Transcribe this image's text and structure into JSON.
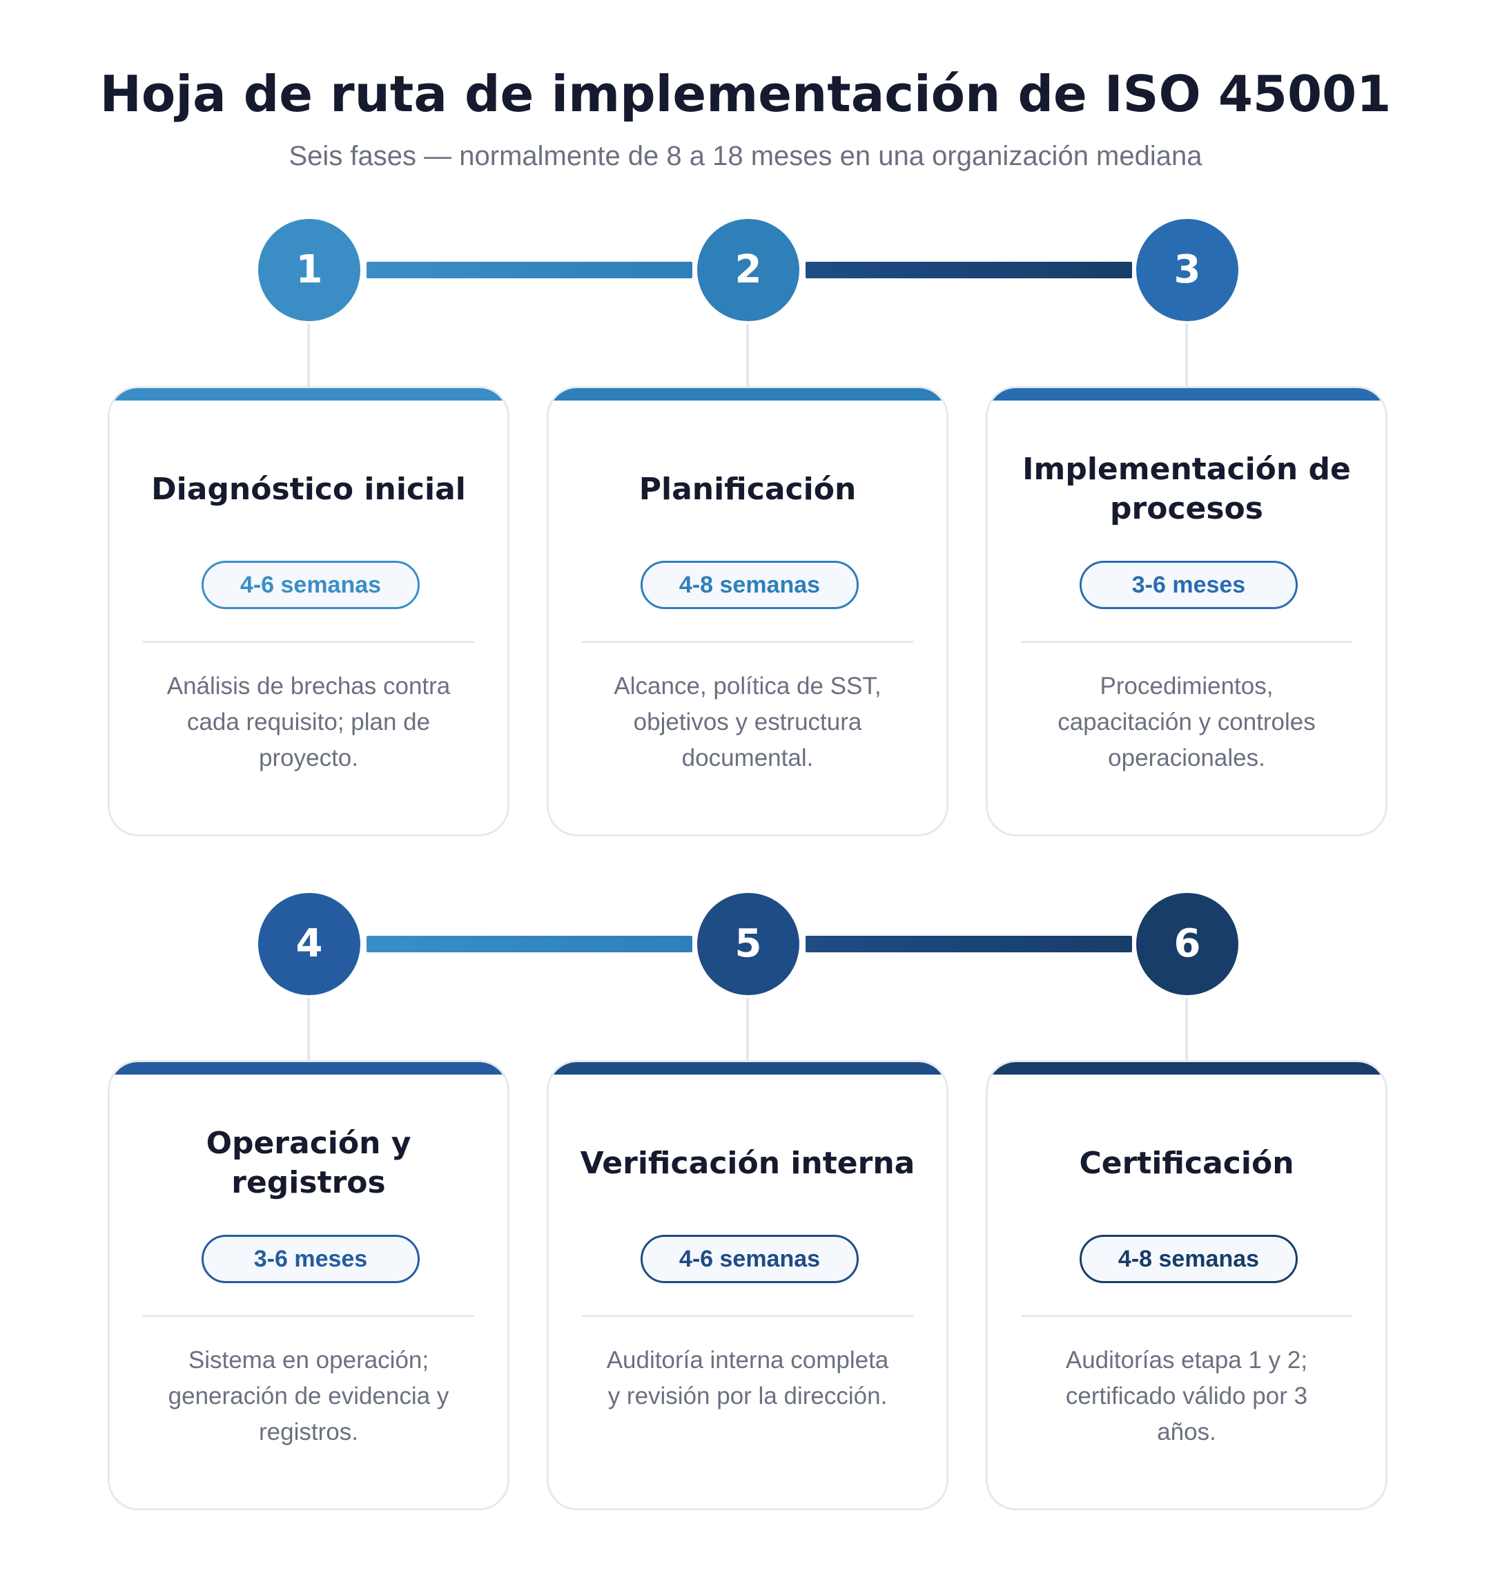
{
  "title": "Hoja de ruta de implementación de ISO 45001",
  "subtitle": "Seis fases — normalmente de 8 a 18 meses en una organización mediana",
  "phases": [
    {
      "number": "1",
      "title": "Diagnóstico inicial",
      "duration": "4-6 semanas",
      "description": "Análisis de brechas contra cada requisito; plan de proyecto.",
      "color": "#3b8ec5"
    },
    {
      "number": "2",
      "title": "Planificación",
      "duration": "4-8 semanas",
      "description": "Alcance, política de SST, objetivos y estructura documental.",
      "color": "#2f7fb9"
    },
    {
      "number": "3",
      "title": "Implementación de procesos",
      "duration": "3-6 meses",
      "description": "Procedimientos, capacitación y controles operacionales.",
      "color": "#2a6cb1"
    },
    {
      "number": "4",
      "title": "Operación y registros",
      "duration": "3-6 meses",
      "description": "Sistema en operación; generación de evidencia y registros.",
      "color": "#245c9f"
    },
    {
      "number": "5",
      "title": "Verificación interna",
      "duration": "4-6 semanas",
      "description": "Auditoría interna completa y revisión por la dirección.",
      "color": "#1e4c85"
    },
    {
      "number": "6",
      "title": "Certificación",
      "duration": "4-8 semanas",
      "description": "Auditorías etapa 1 y 2; certificado válido por 3 años.",
      "color": "#183d68"
    }
  ]
}
